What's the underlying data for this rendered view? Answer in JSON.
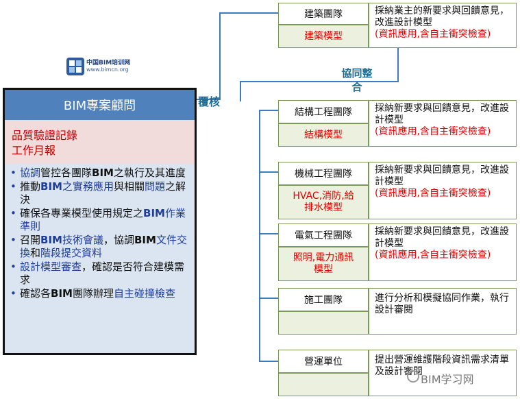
{
  "logo": {
    "line1": "中国BIM培训网",
    "line2": "www.bimcn.org"
  },
  "consultant": {
    "title": "BIM專案顧問",
    "records": [
      "品質驗證記錄",
      "工作月報"
    ],
    "duties": [
      {
        "parts": [
          {
            "t": "協調",
            "c": "blue"
          },
          {
            "t": "管控各團隊"
          },
          {
            "t": "BIM",
            "b": true
          },
          {
            "t": "之執行及其進度"
          }
        ]
      },
      {
        "parts": [
          {
            "t": "推動"
          },
          {
            "t": "BIM",
            "b": true,
            "c": "blue"
          },
          {
            "t": "之實務應用",
            "c": "blue"
          },
          {
            "t": "與相關"
          },
          {
            "t": "問題",
            "c": "blue"
          },
          {
            "t": "之解決"
          }
        ]
      },
      {
        "parts": [
          {
            "t": "確保各專業模型使用規定之"
          },
          {
            "t": "BIM",
            "b": true,
            "c": "blue"
          },
          {
            "t": "作業準則",
            "c": "blue"
          }
        ]
      },
      {
        "parts": [
          {
            "t": "召開"
          },
          {
            "t": "BIM",
            "b": true,
            "c": "blue"
          },
          {
            "t": "技術會議",
            "c": "blue"
          },
          {
            "t": "，協調"
          },
          {
            "t": "BIM",
            "b": true
          },
          {
            "t": "文件交換",
            "c": "blue"
          },
          {
            "t": "和"
          },
          {
            "t": "階段提交資料",
            "c": "blue"
          }
        ]
      },
      {
        "parts": [
          {
            "t": "設計模型審查",
            "c": "blue"
          },
          {
            "t": "，確認是否符合建模需求"
          }
        ]
      },
      {
        "parts": [
          {
            "t": "確認各"
          },
          {
            "t": "BIM",
            "b": true
          },
          {
            "t": "團隊辦理"
          },
          {
            "t": "自主碰撞檢查",
            "c": "blue"
          }
        ]
      }
    ]
  },
  "labels": {
    "review": "覆核",
    "collab": "協同整合"
  },
  "teams": [
    {
      "name": "建築團隊",
      "model": "建築模型",
      "desc": "採納業主的新要求與回饋意見，改進設計模型",
      "note": "(資訊應用,含自主衝突檢查)"
    },
    {
      "name": "結構工程團隊",
      "model": "結構模型",
      "desc": "採納新要求與回饋意見，改進設計模型",
      "note": "(資訊應用,含自主衝突檢查)"
    },
    {
      "name": "機械工程團隊",
      "model": "HVAC,消防,給排水模型",
      "desc": "採納新要求與回饋意見，改進設計模型",
      "note": "(資訊應用,含自主衝突檢查)"
    },
    {
      "name": "電氣工程團隊",
      "model": "照明,電力通訊模型",
      "desc": "採納新要求與回饋意見，改進設計模型",
      "note": "(資訊應用,含自主衝突檢查)"
    },
    {
      "name": "施工團隊",
      "model": "",
      "desc": "進行分析和模擬協同作業，執行設計審閱",
      "note": ""
    },
    {
      "name": "營運單位",
      "model": "",
      "desc": "提出營運維護階段資訊需求清單及設計審閱",
      "note": ""
    }
  ],
  "watermark": "BIM学习网",
  "colors": {
    "header_blue": "#4f81bd",
    "record_pink": "#f2dcdb",
    "list_blue": "#dbe5f1",
    "model_green": "#ebf1de",
    "accent_red": "#e00000",
    "line_blue": "#3d7bbf"
  }
}
